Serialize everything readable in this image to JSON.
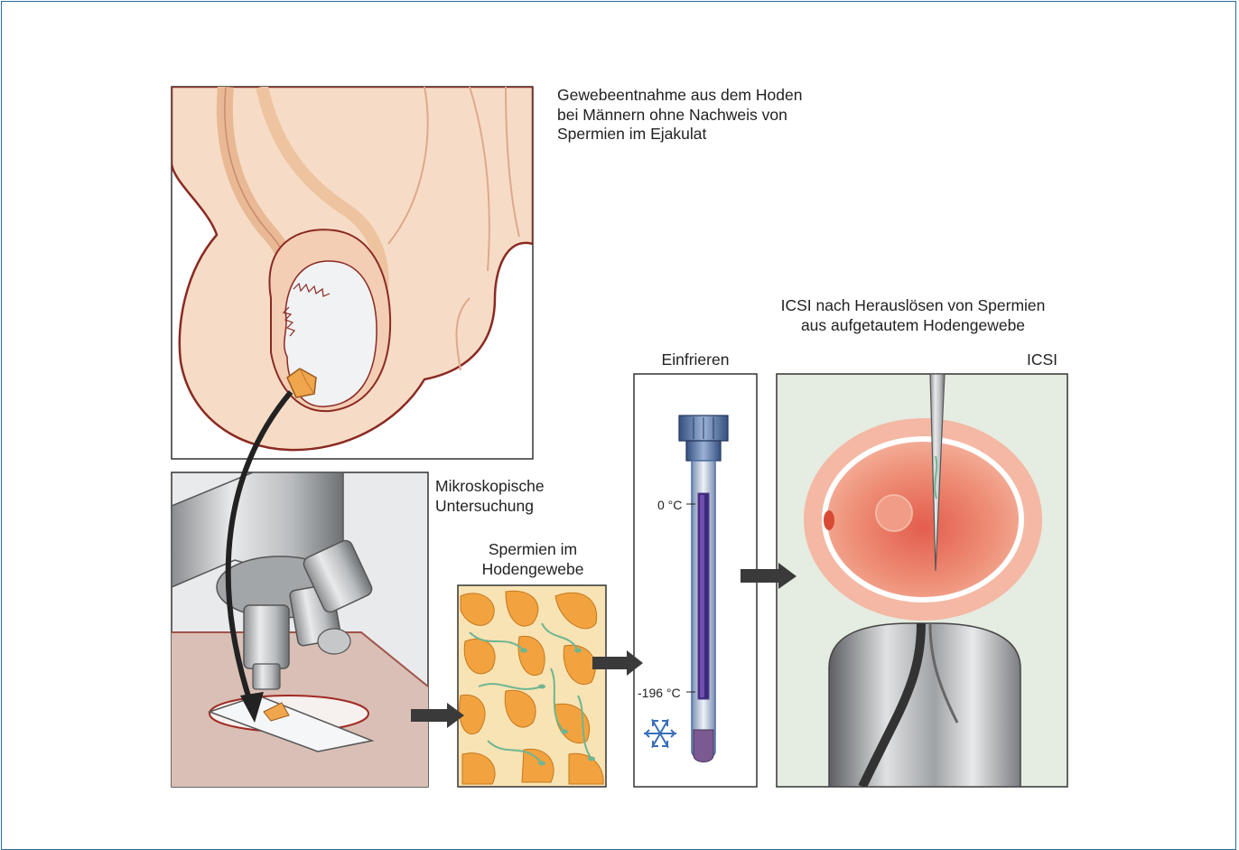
{
  "labels": {
    "tissue_removal": "Gewebeentnahme aus dem Hoden\nbei Männern ohne Nachweis von\nSpermien im Ejakulat",
    "microscopic_exam": "Mikroskopische\nUntersuchung",
    "sperm_in_tissue": "Spermien im\nHodengewebe",
    "freezing": "Einfrieren",
    "icsi_after_thaw": "ICSI nach Herauslösen von Spermien\naus aufgetautem Hodengewebe",
    "icsi": "ICSI",
    "temp_zero": "0 °C",
    "temp_minus196": "-196 °C"
  },
  "colors": {
    "frame": "#2b6a9a",
    "skin": "#f4d8c0",
    "skin_outline": "#8a2a22",
    "tissue_orange": "#f0a64c",
    "sperm_green": "#6fb592",
    "egg_red": "#e06a56",
    "egg_outer": "#f4b8a4",
    "panel_green_bg": "#e5ece1",
    "table_brown": "#d8bfb4",
    "vial_blue": "#4d6fa3",
    "tube_purple": "#5a3a8a"
  },
  "icons": [
    "snowflake-icon",
    "arrow-right-icon",
    "curved-arrow-icon"
  ]
}
